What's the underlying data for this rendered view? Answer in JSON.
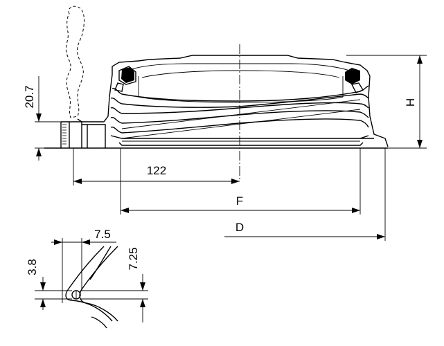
{
  "dimensions": {
    "height_label": "H",
    "diameter_label": "D",
    "flange_label": "F",
    "offset_label": "122",
    "handle_height_label": "20.7",
    "notch_width_label": "7.5",
    "notch_height_label": "7.25",
    "notch_depth_label": "3.8"
  }
}
